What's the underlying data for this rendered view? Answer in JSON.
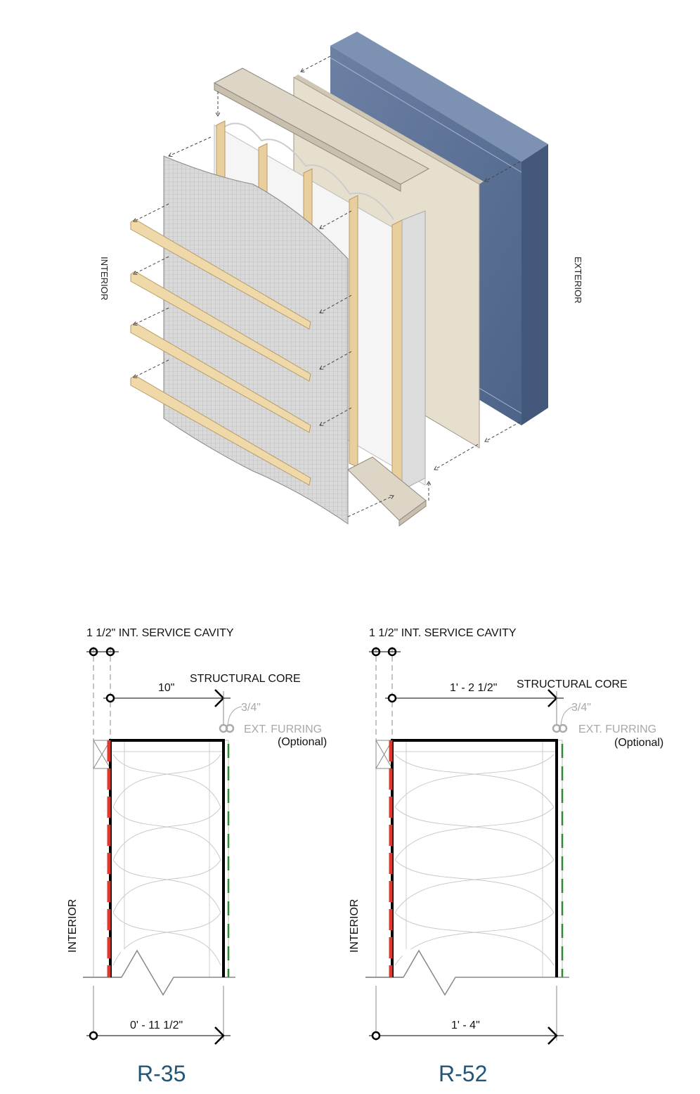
{
  "illustration": {
    "interior_label": "INTERIOR",
    "exterior_label": "EXTERIOR"
  },
  "sections": [
    {
      "cavity_label": "1 1/2\"  INT. SERVICE CAVITY",
      "core_label": "STRUCTURAL CORE",
      "core_dim": "10\"",
      "furring_dim": "3/4\"",
      "furring_label": "EXT. FURRING",
      "furring_note": "(Optional)",
      "interior_label": "INTERIOR",
      "total_dim": "0' - 11 1/2\"",
      "rating": "R-35"
    },
    {
      "cavity_label": "1 1/2\"   INT. SERVICE CAVITY",
      "core_label": "STRUCTURAL CORE",
      "core_dim": "1' - 2 1/2\"",
      "furring_dim": "3/4\"",
      "furring_label": "EXT. FURRING",
      "furring_note": "(Optional)",
      "interior_label": "INTERIOR",
      "total_dim": "1' - 4\"",
      "rating": "R-52"
    }
  ],
  "colors": {
    "cladding": "#5b7196",
    "sheathing": "#e8e0cf",
    "wood": "#e9cf9d",
    "membrane": "#c9c9c9",
    "vapor_line": "#e0362c",
    "furring_line": "#2f8a2f",
    "rating": "#235579"
  }
}
